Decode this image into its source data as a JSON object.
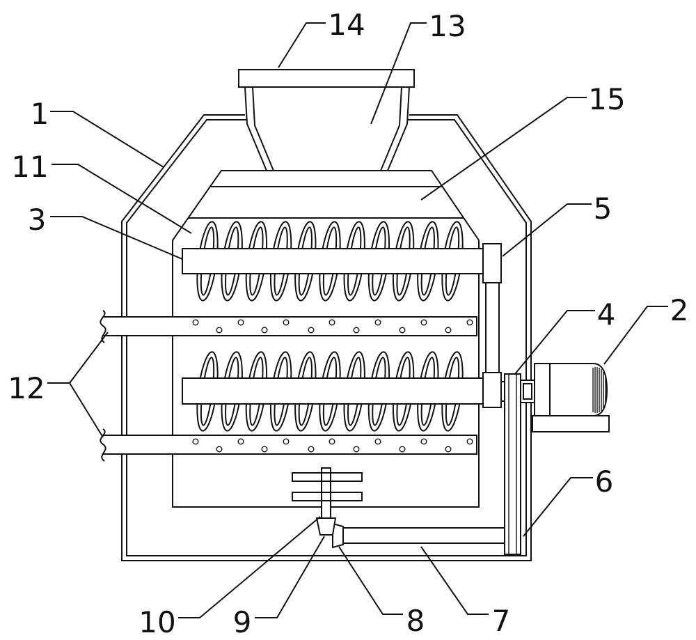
{
  "callouts": [
    {
      "text": "14"
    },
    {
      "text": "13"
    },
    {
      "text": "15"
    },
    {
      "text": "1"
    },
    {
      "text": "11"
    },
    {
      "text": "3"
    },
    {
      "text": "5"
    },
    {
      "text": "4"
    },
    {
      "text": "2"
    },
    {
      "text": "12"
    },
    {
      "text": "6"
    },
    {
      "text": "10"
    },
    {
      "text": "9"
    },
    {
      "text": "8"
    },
    {
      "text": "7"
    }
  ]
}
